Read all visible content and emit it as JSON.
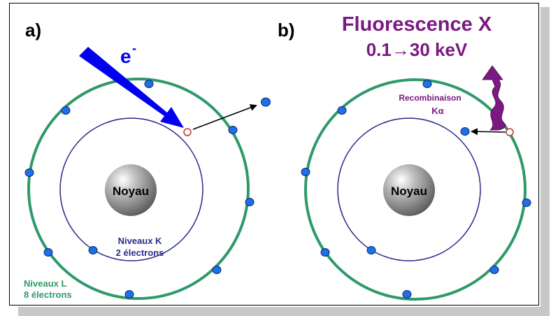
{
  "panel_a": {
    "label": "a)",
    "electron_label": "e",
    "electron_charge": "-",
    "nucleus_label": "Noyau",
    "k_shell_label_line1": "Niveaux K",
    "k_shell_label_line2": "2 électrons",
    "l_shell_label_line1": "Niveaux L",
    "l_shell_label_line2": "8 électrons"
  },
  "panel_b": {
    "label": "b)",
    "title_line1": "Fluorescence X",
    "title_line2": "0.1→30 keV",
    "recombination_line1": "Recombinaison",
    "recombination_line2": "Kα",
    "nucleus_label": "Noyau"
  },
  "colors": {
    "l_shell": "#2e9a6a",
    "k_shell": "#2b2b8c",
    "electron_fill": "#1e6fe8",
    "incident_arrow": "#0000ee",
    "title_purple": "#7a1a80",
    "vacancy": "#c0392b",
    "l_label_green": "#2e9a6a"
  }
}
